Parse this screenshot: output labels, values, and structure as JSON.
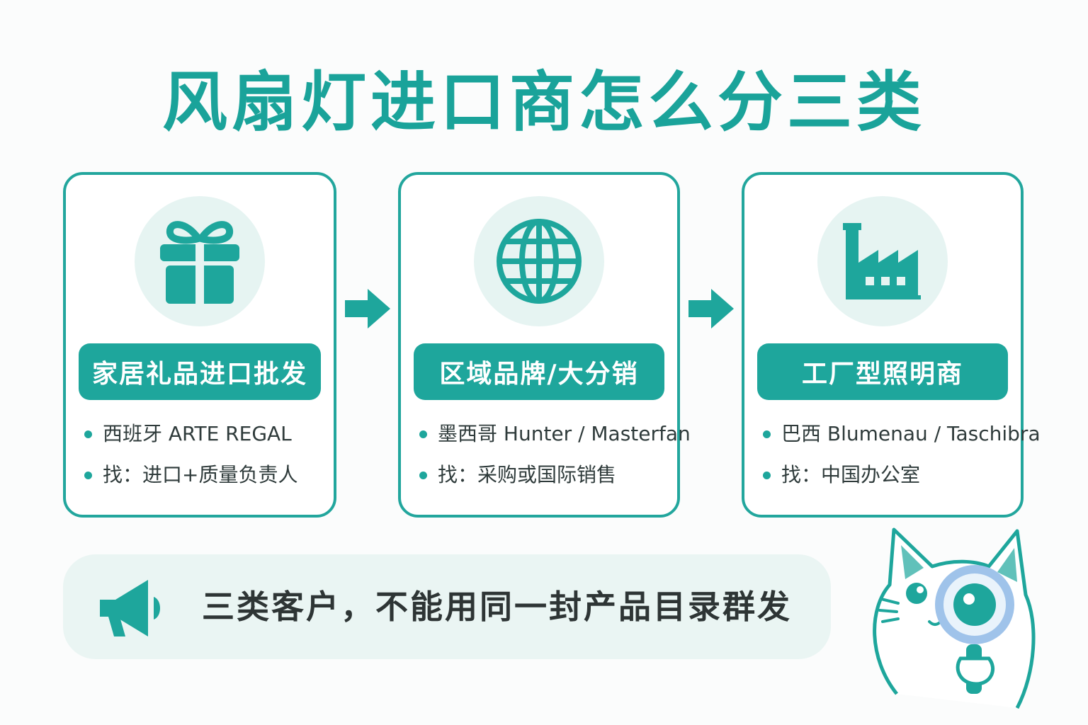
{
  "title": "风扇灯进口商怎么分三类",
  "cards": [
    {
      "icon": "gift-icon",
      "label": "家居礼品进口批发",
      "bullets": [
        "西班牙 ARTE REGAL",
        "找：进口+质量负责人"
      ]
    },
    {
      "icon": "globe-icon",
      "label": "区域品牌/大分销",
      "bullets": [
        "墨西哥 Hunter / Masterfan",
        "找：采购或国际销售"
      ]
    },
    {
      "icon": "factory-icon",
      "label": "工厂型照明商",
      "bullets": [
        "巴西 Blumenau / Taschibra",
        "找：中国办公室"
      ]
    }
  ],
  "banner": {
    "icon": "megaphone-icon",
    "text": "三类客户，不能用同一封产品目录群发"
  },
  "mascot": "cat-with-magnifier",
  "colors": {
    "accent": "#1ea69c",
    "icon_bg": "#e6f4f2",
    "banner_bg": "#eaf5f3",
    "lens": "#9fc3ea"
  }
}
